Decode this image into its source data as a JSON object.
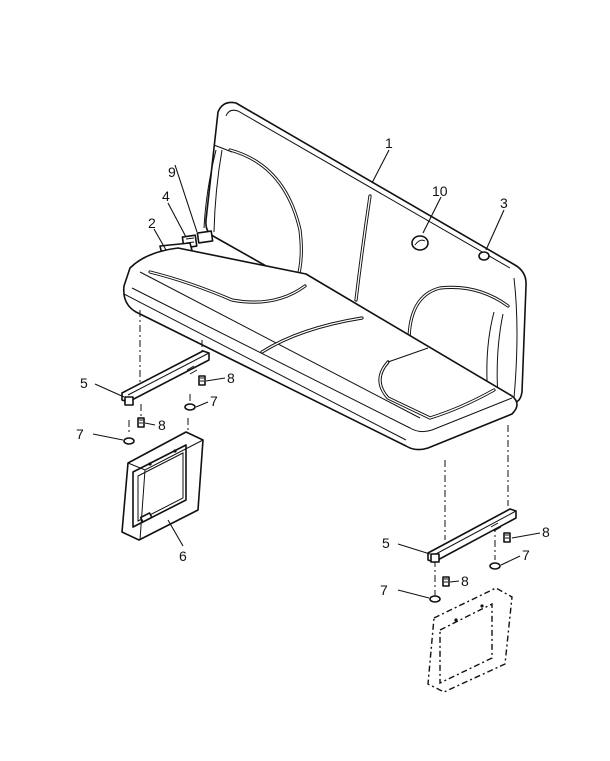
{
  "callouts": {
    "c1": "1",
    "c2": "2",
    "c3": "3",
    "c4": "4",
    "c5a": "5",
    "c5b": "5",
    "c6": "6",
    "c7a": "7",
    "c7b": "7",
    "c7c": "7",
    "c7d": "7",
    "c8a": "8",
    "c8b": "8",
    "c8c": "8",
    "c8d": "8",
    "c9": "9",
    "c10": "10"
  }
}
